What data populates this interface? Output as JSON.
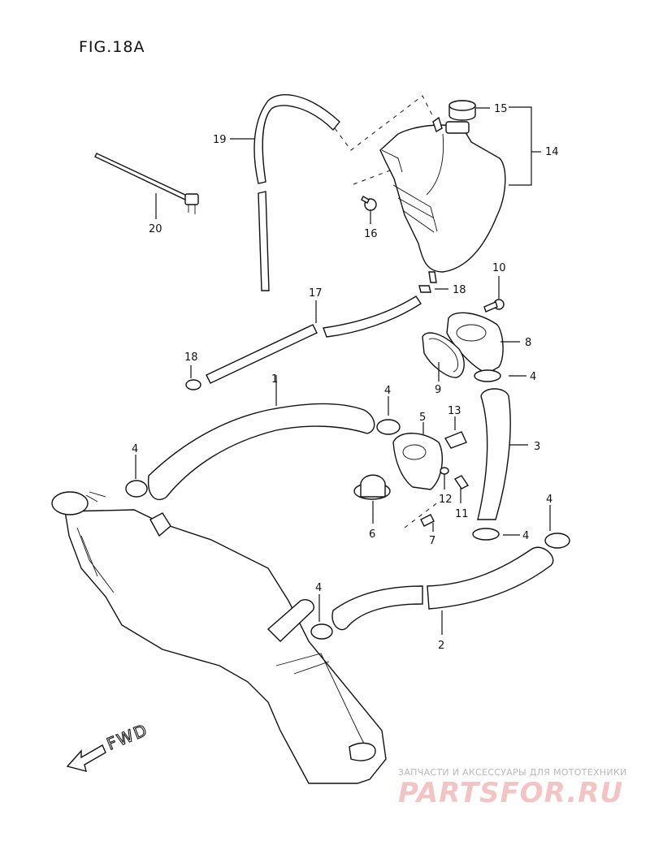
{
  "figure": {
    "title": "FIG.18A"
  },
  "callouts": [
    {
      "id": "c1",
      "text": "1"
    },
    {
      "id": "c2",
      "text": "2"
    },
    {
      "id": "c3",
      "text": "3"
    },
    {
      "id": "c4a",
      "text": "4"
    },
    {
      "id": "c4b",
      "text": "4"
    },
    {
      "id": "c4c",
      "text": "4"
    },
    {
      "id": "c4d",
      "text": "4"
    },
    {
      "id": "c4e",
      "text": "4"
    },
    {
      "id": "c4f",
      "text": "4"
    },
    {
      "id": "c5",
      "text": "5"
    },
    {
      "id": "c6",
      "text": "6"
    },
    {
      "id": "c7",
      "text": "7"
    },
    {
      "id": "c8",
      "text": "8"
    },
    {
      "id": "c9",
      "text": "9"
    },
    {
      "id": "c10",
      "text": "10"
    },
    {
      "id": "c11",
      "text": "11"
    },
    {
      "id": "c12",
      "text": "12"
    },
    {
      "id": "c13",
      "text": "13"
    },
    {
      "id": "c14",
      "text": "14"
    },
    {
      "id": "c15",
      "text": "15"
    },
    {
      "id": "c16",
      "text": "16"
    },
    {
      "id": "c17",
      "text": "17"
    },
    {
      "id": "c18a",
      "text": "18"
    },
    {
      "id": "c18b",
      "text": "18"
    },
    {
      "id": "c19",
      "text": "19"
    },
    {
      "id": "c20",
      "text": "20"
    }
  ],
  "direction_label": "FWD",
  "watermark": {
    "tagline": "ЗАПЧАСТИ И АКСЕССУАРЫ ДЛЯ МОТОТЕХНИКИ",
    "brand": "PARTSFOR.RU"
  }
}
